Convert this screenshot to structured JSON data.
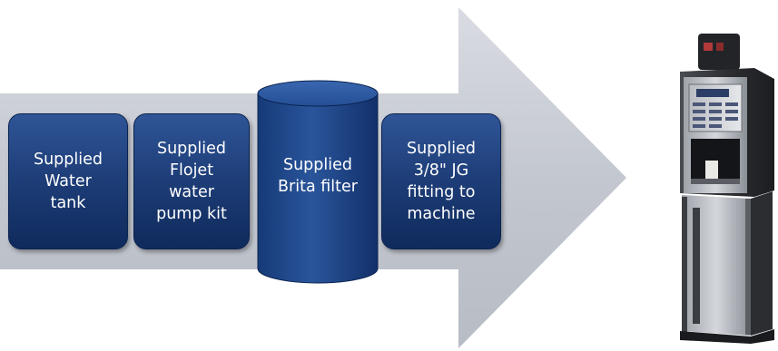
{
  "diagram": {
    "colors": {
      "arrow": "#c8ccd4",
      "box_fill": "#1f3f7a",
      "text": "#ffffff"
    },
    "steps": [
      {
        "label": "Supplied\nWater\ntank",
        "shape": "rounded-rectangle"
      },
      {
        "label": "Supplied\nFlojet\nwater\npump kit",
        "shape": "rounded-rectangle"
      },
      {
        "label": "Supplied\nBrita filter",
        "shape": "cylinder"
      },
      {
        "label": "Supplied\n3/8\" JG\nfitting to\nmachine",
        "shape": "rounded-rectangle"
      }
    ],
    "destination": {
      "icon": "coffee-vending-machine-icon"
    }
  }
}
